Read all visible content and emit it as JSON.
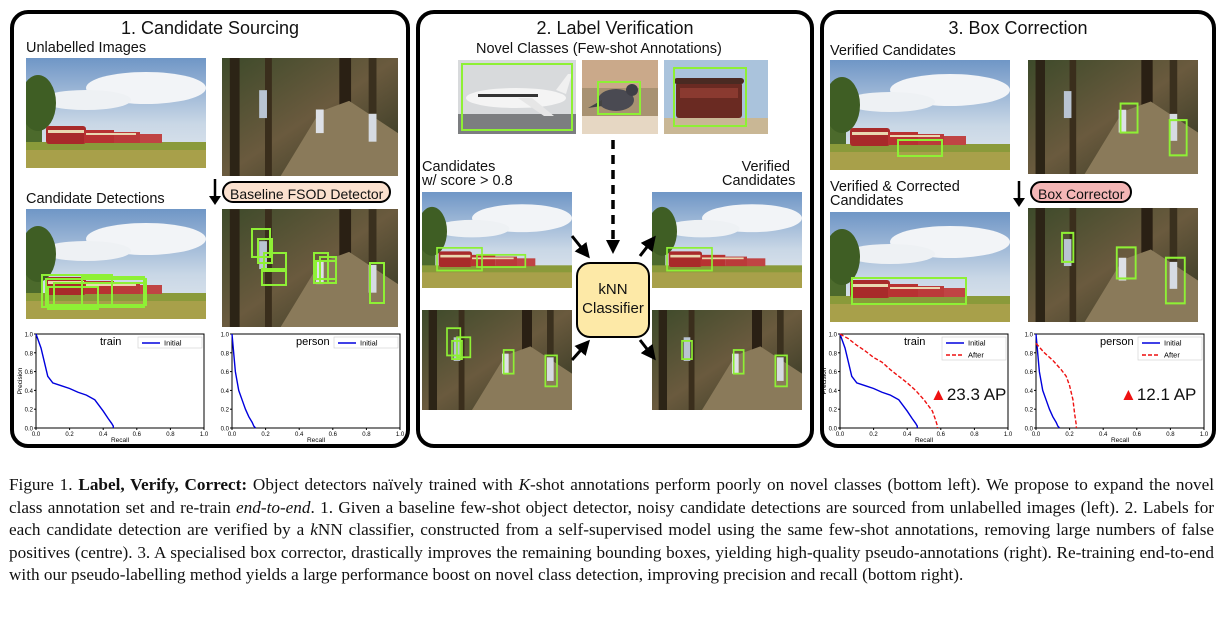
{
  "panel1": {
    "title": "1. Candidate Sourcing",
    "unlabelled_label": "Unlabelled Images",
    "detections_label": "Candidate Detections",
    "detector_pill": "Baseline FSOD Detector"
  },
  "panel2": {
    "title": "2. Label Verification",
    "novel_label": "Novel Classes (Few-shot Annotations)",
    "candidates_label_1": "Candidates",
    "candidates_label_2": "w/ score > 0.8",
    "verified_label_1": "Verified",
    "verified_label_2": "Candidates",
    "knn_line1": "kNN",
    "knn_line2": "Classifier"
  },
  "panel3": {
    "title": "3. Box Correction",
    "verified_label": "Verified Candidates",
    "corrected_label_1": "Verified & Corrected",
    "corrected_label_2": "Candidates",
    "corrector_pill": "Box Corrector",
    "train_gain": "23.3 AP",
    "person_gain": "12.1 AP"
  },
  "colors": {
    "initial": "#0000dd",
    "after": "#ee1111",
    "box": "#8ef035",
    "detector_pill": "#fbe1cf",
    "corrector_pill": "#f4b6b6",
    "knn": "#fde9a7"
  },
  "chart_data": [
    {
      "type": "line",
      "title": "train",
      "xlabel": "Recall",
      "ylabel": "Precision",
      "xlim": [
        0,
        1
      ],
      "ylim": [
        0,
        1
      ],
      "ticks": [
        "0.0",
        "0.2",
        "0.4",
        "0.6",
        "0.8",
        "1.0"
      ],
      "legend": "top-right",
      "series": [
        {
          "name": "Initial",
          "style": "solid",
          "x": [
            0,
            0.03,
            0.05,
            0.07,
            0.1,
            0.15,
            0.2,
            0.25,
            0.3,
            0.35,
            0.4,
            0.43,
            0.45,
            0.46,
            0.46
          ],
          "y": [
            1,
            0.85,
            0.7,
            0.55,
            0.48,
            0.45,
            0.42,
            0.38,
            0.35,
            0.3,
            0.18,
            0.1,
            0.05,
            0.02,
            0
          ]
        }
      ]
    },
    {
      "type": "line",
      "title": "person",
      "xlabel": "Recall",
      "ylabel": "",
      "xlim": [
        0,
        1
      ],
      "ylim": [
        0,
        1
      ],
      "ticks": [
        "0.0",
        "0.2",
        "0.4",
        "0.6",
        "0.8",
        "1.0"
      ],
      "legend": "top-right",
      "series": [
        {
          "name": "Initial",
          "style": "solid",
          "x": [
            0,
            0.02,
            0.04,
            0.06,
            0.08,
            0.1,
            0.12,
            0.13,
            0.14
          ],
          "y": [
            1,
            0.6,
            0.4,
            0.3,
            0.2,
            0.12,
            0.06,
            0.02,
            0
          ]
        }
      ]
    },
    {
      "type": "line",
      "title": "train",
      "xlabel": "Recall",
      "ylabel": "Precision",
      "xlim": [
        0,
        1
      ],
      "ylim": [
        0,
        1
      ],
      "ticks": [
        "0.0",
        "0.2",
        "0.4",
        "0.6",
        "0.8",
        "1.0"
      ],
      "legend": "top-right",
      "series": [
        {
          "name": "Initial",
          "style": "solid",
          "x": [
            0,
            0.03,
            0.05,
            0.07,
            0.1,
            0.15,
            0.2,
            0.25,
            0.3,
            0.35,
            0.4,
            0.43,
            0.45,
            0.46,
            0.46
          ],
          "y": [
            1,
            0.85,
            0.7,
            0.55,
            0.48,
            0.45,
            0.42,
            0.38,
            0.35,
            0.3,
            0.18,
            0.1,
            0.05,
            0.02,
            0
          ]
        },
        {
          "name": "After",
          "style": "dashed",
          "x": [
            0,
            0.05,
            0.1,
            0.15,
            0.2,
            0.25,
            0.3,
            0.35,
            0.4,
            0.45,
            0.5,
            0.55,
            0.57,
            0.58,
            0.58
          ],
          "y": [
            1,
            0.95,
            0.88,
            0.82,
            0.75,
            0.7,
            0.62,
            0.55,
            0.48,
            0.4,
            0.3,
            0.18,
            0.08,
            0.02,
            0
          ]
        }
      ]
    },
    {
      "type": "line",
      "title": "person",
      "xlabel": "Recall",
      "ylabel": "",
      "xlim": [
        0,
        1
      ],
      "ylim": [
        0,
        1
      ],
      "ticks": [
        "0.0",
        "0.2",
        "0.4",
        "0.6",
        "0.8",
        "1.0"
      ],
      "legend": "top-right",
      "series": [
        {
          "name": "Initial",
          "style": "solid",
          "x": [
            0,
            0.02,
            0.04,
            0.06,
            0.08,
            0.1,
            0.12,
            0.13,
            0.14
          ],
          "y": [
            1,
            0.6,
            0.4,
            0.3,
            0.2,
            0.12,
            0.06,
            0.02,
            0
          ]
        },
        {
          "name": "After",
          "style": "dashed",
          "x": [
            0,
            0.05,
            0.1,
            0.15,
            0.18,
            0.2,
            0.22,
            0.23,
            0.24,
            0.24
          ],
          "y": [
            0.9,
            0.8,
            0.72,
            0.62,
            0.55,
            0.45,
            0.3,
            0.15,
            0.03,
            0
          ]
        }
      ]
    }
  ],
  "caption": {
    "fig": "Figure 1.",
    "bold": "Label, Verify, Correct:",
    "t1": "Object detectors naïvely trained with",
    "k": "K",
    "t2": "-shot annotations perform poorly on novel classes (bottom left). We propose to expand the novel class annotation set and re-train",
    "e2e": "end-to-end",
    "t3": ". 1. Given a baseline few-shot object detector, noisy candidate detections are sourced from unlabelled images (left). 2. Labels for each candidate detection are verified by a",
    "k2": "k",
    "t4": "NN classifier, constructed from a self-supervised model using the same few-shot annotations, removing large numbers of false positives (centre). 3. A specialised box corrector, drastically improves the remaining bounding boxes, yielding high-quality pseudo-annotations (right). Re-training end-to-end with our pseudo-labelling method yields a large performance boost on novel class detection, improving precision and recall (bottom right)."
  }
}
